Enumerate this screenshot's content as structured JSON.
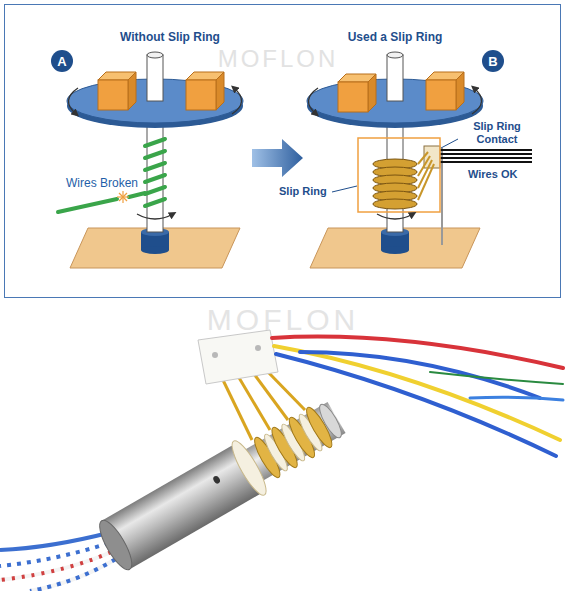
{
  "diagram": {
    "nodes": [
      {
        "text": [
          "A"
        ]
      },
      {
        "text": [
          "B"
        ]
      }
    ],
    "labels": [
      "Without Slip Ring",
      "Used a Slip Ring",
      "MOFLON",
      "Wires Broken",
      "Slip Ring Contact",
      "Wires OK",
      "Slip Ring",
      "MOFLON"
    ]
  }
}
